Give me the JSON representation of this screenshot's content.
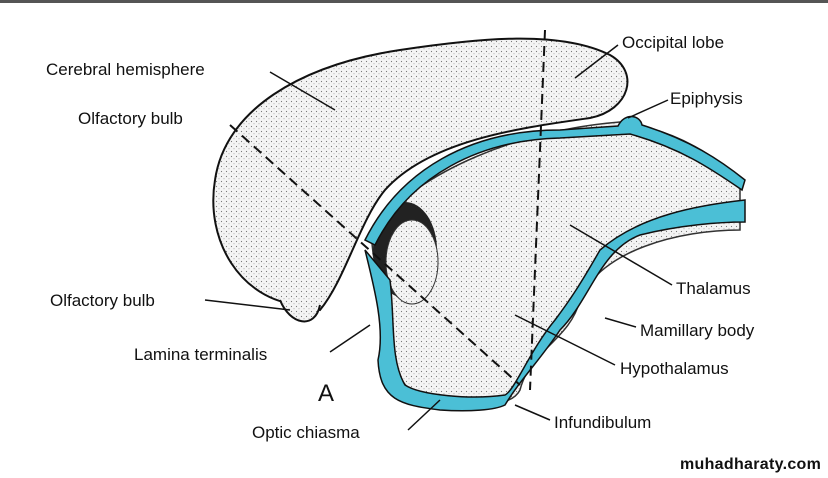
{
  "figure_letter": "A",
  "labels": {
    "cerebral_hemisphere": "Cerebral hemisphere",
    "olfactory_bulb_top": "Olfactory bulb",
    "occipital_lobe": "Occipital lobe",
    "epiphysis": "Epiphysis",
    "olfactory_bulb_bottom": "Olfactory bulb",
    "lamina_terminalis": "Lamina terminalis",
    "thalamus": "Thalamus",
    "mamillary_body": "Mamillary body",
    "hypothalamus": "Hypothalamus",
    "optic_chiasma": "Optic chiasma",
    "infundibulum": "Infundibulum"
  },
  "watermark": "muhadharaty.com",
  "colors": {
    "ependyma_blue": "#4bbfd6",
    "top_bar": "#555555"
  }
}
